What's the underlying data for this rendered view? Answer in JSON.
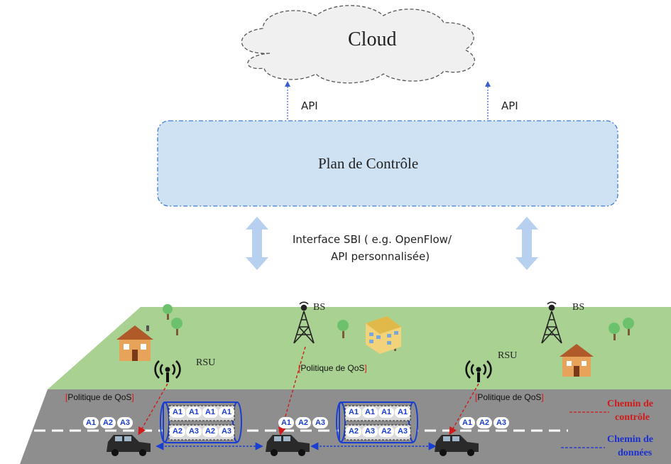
{
  "cloud": {
    "label": "Cloud"
  },
  "api": {
    "left_label": "API",
    "right_label": "API"
  },
  "control_plane": {
    "label": "Plan de Contrôle"
  },
  "interface": {
    "line1": "Interface SBI ( e.g. OpenFlow/",
    "line2": "API personnalisée)"
  },
  "base_stations": [
    {
      "label": "BS"
    },
    {
      "label": "BS"
    }
  ],
  "rsus": [
    {
      "label": "RSU"
    },
    {
      "label": "RSU"
    }
  ],
  "policies": [
    {
      "open": "[",
      "text": "Politique de QoS",
      "close": "]"
    },
    {
      "open": "[",
      "text": "Politique de QoS",
      "close": "]"
    },
    {
      "open": "[",
      "text": "Politique de QoS",
      "close": "]"
    }
  ],
  "app_groups": [
    {
      "a": "A1",
      "b": "A2",
      "c": "A3"
    },
    {
      "a": "A1",
      "b": "A2",
      "c": "A3"
    },
    {
      "a": "A1",
      "b": "A2",
      "c": "A3"
    }
  ],
  "tunnels": [
    {
      "top": [
        "A1",
        "A1",
        "A1",
        "A1"
      ],
      "bottom": [
        "A2",
        "A3",
        "A2",
        "A3"
      ]
    },
    {
      "top": [
        "A1",
        "A1",
        "A1",
        "A1"
      ],
      "bottom": [
        "A2",
        "A3",
        "A2",
        "A3"
      ]
    }
  ],
  "legend": {
    "control_line1": "Chemin de",
    "control_line2": "contrôle",
    "data_line1": "Chemin de",
    "data_line2": "données",
    "control_color": "#d11a1a",
    "data_color": "#1a2fd0"
  },
  "colors": {
    "cloud_fill": "#f0f0f0",
    "control_plane_fill": "#cfe2f3",
    "control_plane_border": "#3d7bd6",
    "grass": "#a8d192",
    "road": "#8e8e8e",
    "arrow": "#b7d0ef"
  }
}
